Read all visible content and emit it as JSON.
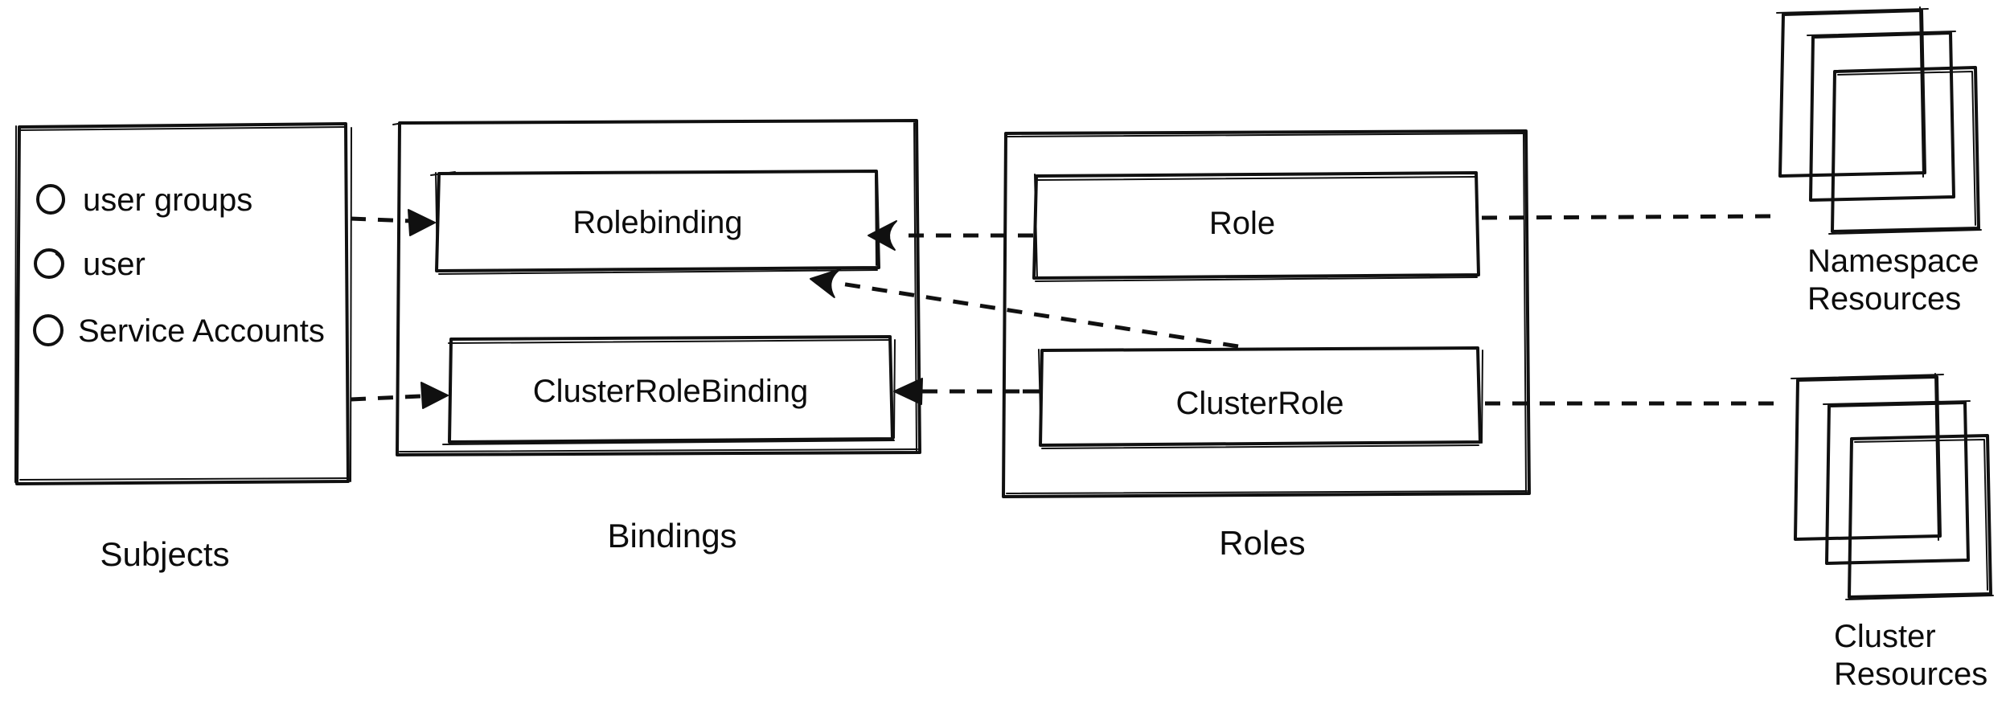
{
  "subjects": {
    "caption": "Subjects",
    "items": [
      "user groups",
      "user",
      "Service Accounts"
    ]
  },
  "bindings": {
    "caption": "Bindings",
    "role_binding": "Rolebinding",
    "cluster_role_binding": "ClusterRoleBinding"
  },
  "roles": {
    "caption": "Roles",
    "role": "Role",
    "cluster_role": "ClusterRole"
  },
  "resources": {
    "namespace": {
      "line1": "Namespace",
      "line2": "Resources"
    },
    "cluster": {
      "line1": "Cluster",
      "line2": "Resources"
    }
  },
  "colors": {
    "ink": "#101010",
    "background": "#ffffff"
  }
}
